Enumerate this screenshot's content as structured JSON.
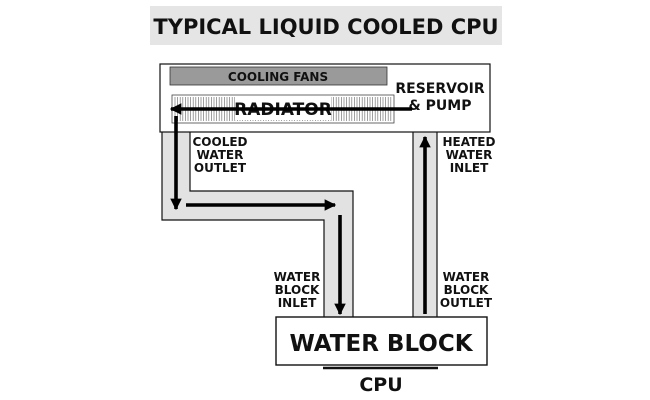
{
  "title": "TYPICAL LIQUID COOLED CPU",
  "labels": {
    "cooling_fans": "COOLING FANS",
    "radiator": "RADIATOR",
    "reservoir_line1": "RESERVOIR",
    "reservoir_line2": "& PUMP",
    "cooled_line1": "COOLED",
    "cooled_line2": "WATER",
    "cooled_line3": "OUTLET",
    "heated_line1": "HEATED",
    "heated_line2": "WATER",
    "heated_line3": "INLET",
    "wb_inlet_line1": "WATER",
    "wb_inlet_line2": "BLOCK",
    "wb_inlet_line3": "INLET",
    "wb_outlet_line1": "WATER",
    "wb_outlet_line2": "BLOCK",
    "wb_outlet_line3": "OUTLET",
    "water_block": "WATER BLOCK",
    "cpu": "CPU"
  },
  "colors": {
    "title_band": "#e5e5e5",
    "fans_bar": "#9a9a9a",
    "tube_fill": "#e2e2e2",
    "outline": "#111111",
    "arrow": "#000000"
  }
}
